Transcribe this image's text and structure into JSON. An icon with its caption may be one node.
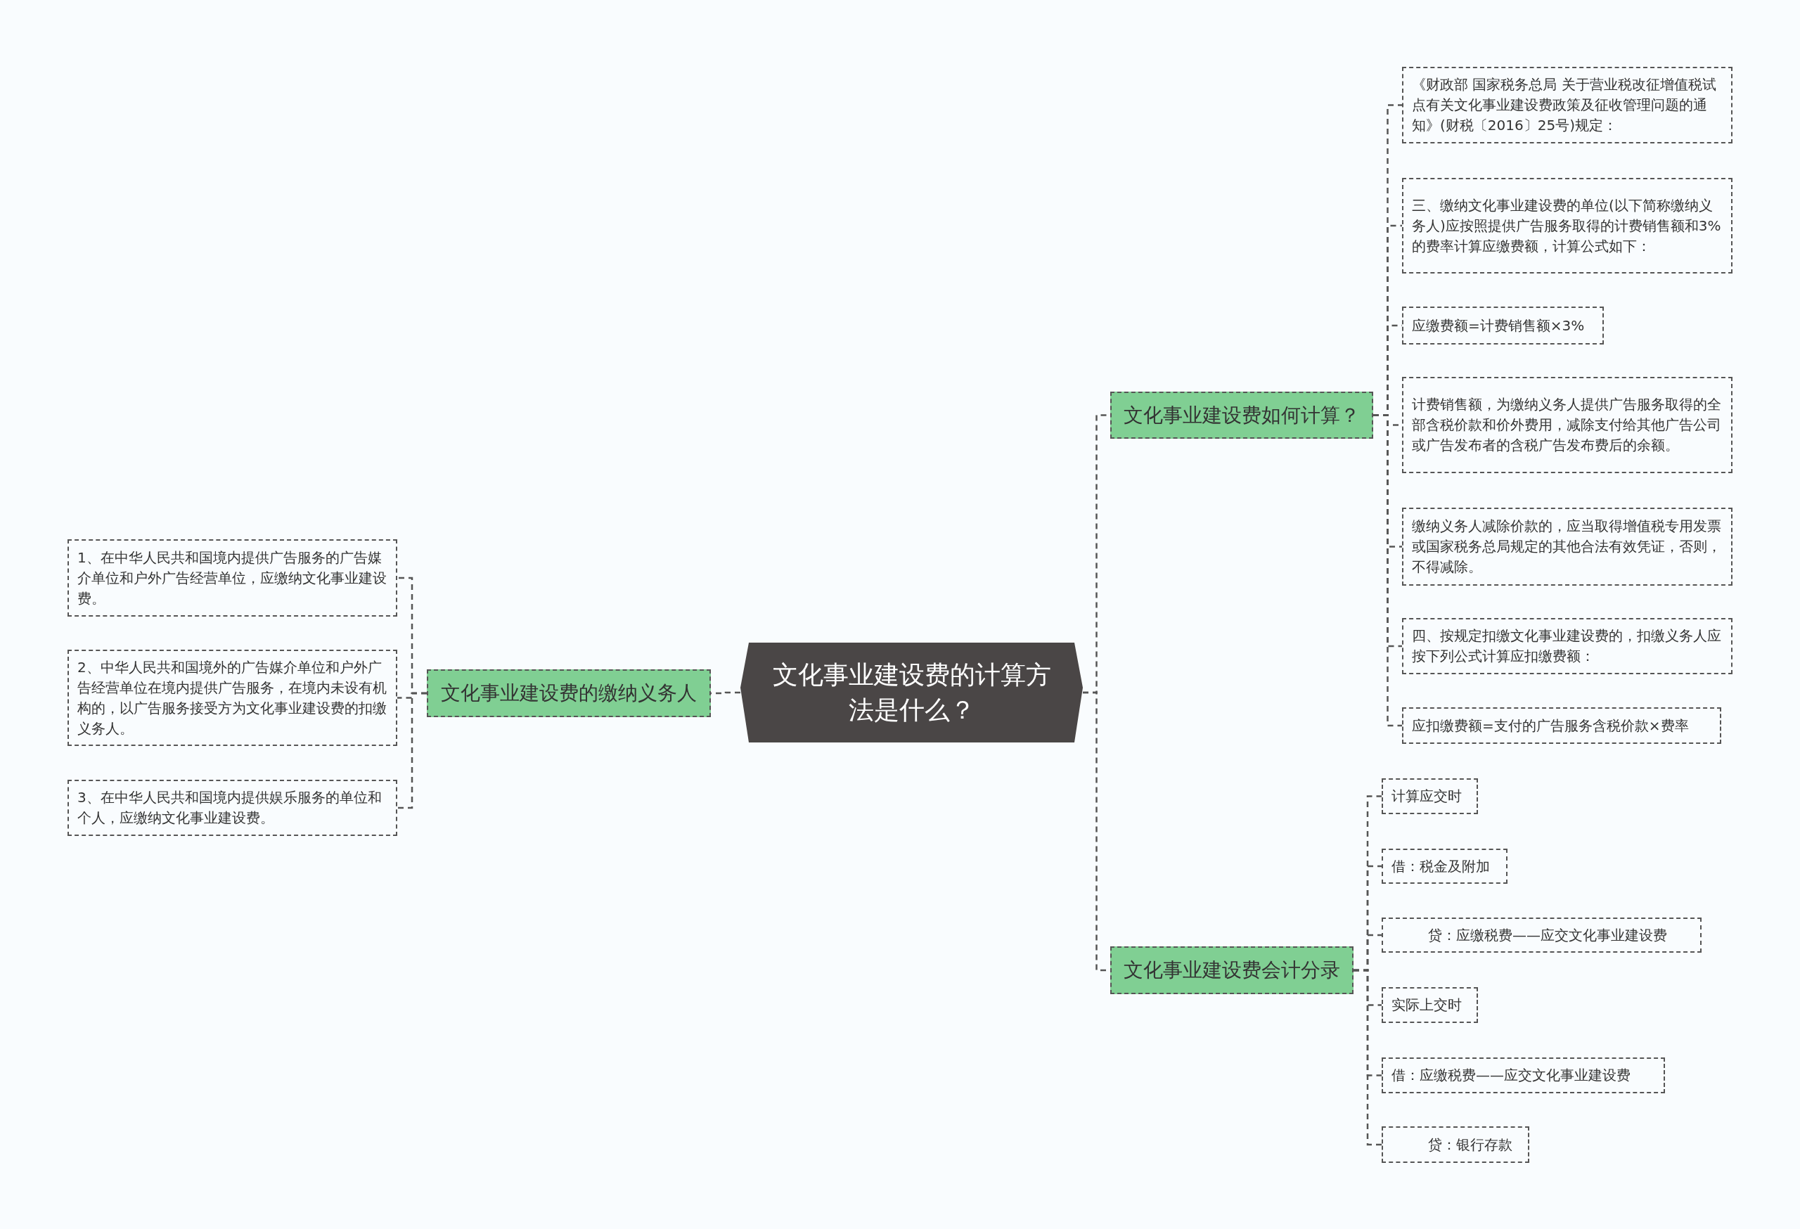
{
  "diagram": {
    "nodes": [
      {
        "text": [
          "文化事业建设费的计算方法是什么？"
        ]
      },
      {
        "text": [
          "文化事业建设费的缴纳义务人"
        ]
      },
      {
        "text": [
          "1、在中华人民共和国境内提供广告服务的广告媒介单位和户外广告经营单位，应缴纳文化事业建设费。"
        ]
      },
      {
        "text": [
          "2、中华人民共和国境外的广告媒介单位和户外广告经营单位在境内提供广告服务，在境内未设有机构的，以广告服务接受方为文化事业建设费的扣缴义务人。"
        ]
      },
      {
        "text": [
          "3、在中华人民共和国境内提供娱乐服务的单位和个人，应缴纳文化事业建设费。"
        ]
      },
      {
        "text": [
          "文化事业建设费如何计算？"
        ]
      },
      {
        "text": [
          "《财政部 国家税务总局 关于营业税改征增值税试点有关文化事业建设费政策及征收管理问题的通知》(财税〔2016〕25号)规定："
        ]
      },
      {
        "text": [
          "三、缴纳文化事业建设费的单位(以下简称缴纳义务人)应按照提供广告服务取得的计费销售额和3%的费率计算应缴费额，计算公式如下："
        ]
      },
      {
        "text": [
          "应缴费额=计费销售额×3%"
        ]
      },
      {
        "text": [
          "计费销售额，为缴纳义务人提供广告服务取得的全部含税价款和价外费用，减除支付给其他广告公司或广告发布者的含税广告发布费后的余额。"
        ]
      },
      {
        "text": [
          "缴纳义务人减除价款的，应当取得增值税专用发票或国家税务总局规定的其他合法有效凭证，否则，不得减除。"
        ]
      },
      {
        "text": [
          "四、按规定扣缴文化事业建设费的，扣缴义务人应按下列公式计算应扣缴费额："
        ]
      },
      {
        "text": [
          "应扣缴费额=支付的广告服务含税价款×费率"
        ]
      },
      {
        "text": [
          "文化事业建设费会计分录"
        ]
      },
      {
        "text": [
          "计算应交时"
        ]
      },
      {
        "text": [
          "借：税金及附加"
        ]
      },
      {
        "text": [
          "贷：应缴税费——应交文化事业建设费"
        ]
      },
      {
        "text": [
          "实际上交时"
        ]
      },
      {
        "text": [
          "借：应缴税费——应交文化事业建设费"
        ]
      },
      {
        "text": [
          "贷：银行存款"
        ]
      }
    ],
    "edges": [
      {
        "from": 0,
        "to": 1,
        "arrow": "none",
        "style": "dashed"
      },
      {
        "from": 0,
        "to": 5,
        "arrow": "none",
        "style": "dashed"
      },
      {
        "from": 0,
        "to": 13,
        "arrow": "none",
        "style": "dashed"
      },
      {
        "from": 1,
        "to": 2,
        "arrow": "none",
        "style": "dashed"
      },
      {
        "from": 1,
        "to": 3,
        "arrow": "none",
        "style": "dashed"
      },
      {
        "from": 1,
        "to": 4,
        "arrow": "none",
        "style": "dashed"
      },
      {
        "from": 5,
        "to": 6,
        "arrow": "none",
        "style": "dashed"
      },
      {
        "from": 5,
        "to": 7,
        "arrow": "none",
        "style": "dashed"
      },
      {
        "from": 5,
        "to": 8,
        "arrow": "none",
        "style": "dashed"
      },
      {
        "from": 5,
        "to": 9,
        "arrow": "none",
        "style": "dashed"
      },
      {
        "from": 5,
        "to": 10,
        "arrow": "none",
        "style": "dashed"
      },
      {
        "from": 5,
        "to": 11,
        "arrow": "none",
        "style": "dashed"
      },
      {
        "from": 5,
        "to": 12,
        "arrow": "none",
        "style": "dashed"
      },
      {
        "from": 13,
        "to": 14,
        "arrow": "none",
        "style": "dashed"
      },
      {
        "from": 13,
        "to": 15,
        "arrow": "none",
        "style": "dashed"
      },
      {
        "from": 13,
        "to": 16,
        "arrow": "none",
        "style": "dashed"
      },
      {
        "from": 13,
        "to": 17,
        "arrow": "none",
        "style": "dashed"
      },
      {
        "from": 13,
        "to": 18,
        "arrow": "none",
        "style": "dashed"
      },
      {
        "from": 13,
        "to": 19,
        "arrow": "none",
        "style": "dashed"
      }
    ]
  }
}
